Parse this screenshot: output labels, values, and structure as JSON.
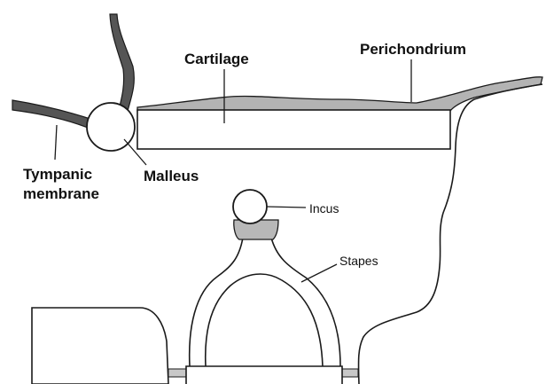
{
  "labels": {
    "cartilage": "Cartilage",
    "perichondrium": "Perichondrium",
    "tympanic_line1": "Tympanic",
    "tympanic_line2": "membrane",
    "malleus": "Malleus",
    "incus": "Incus",
    "stapes": "Stapes"
  },
  "colors": {
    "gray_fill": "#a9a9a9",
    "light_fill": "#c8c8c8",
    "outline": "#1a1a1a",
    "background": "#ffffff"
  }
}
